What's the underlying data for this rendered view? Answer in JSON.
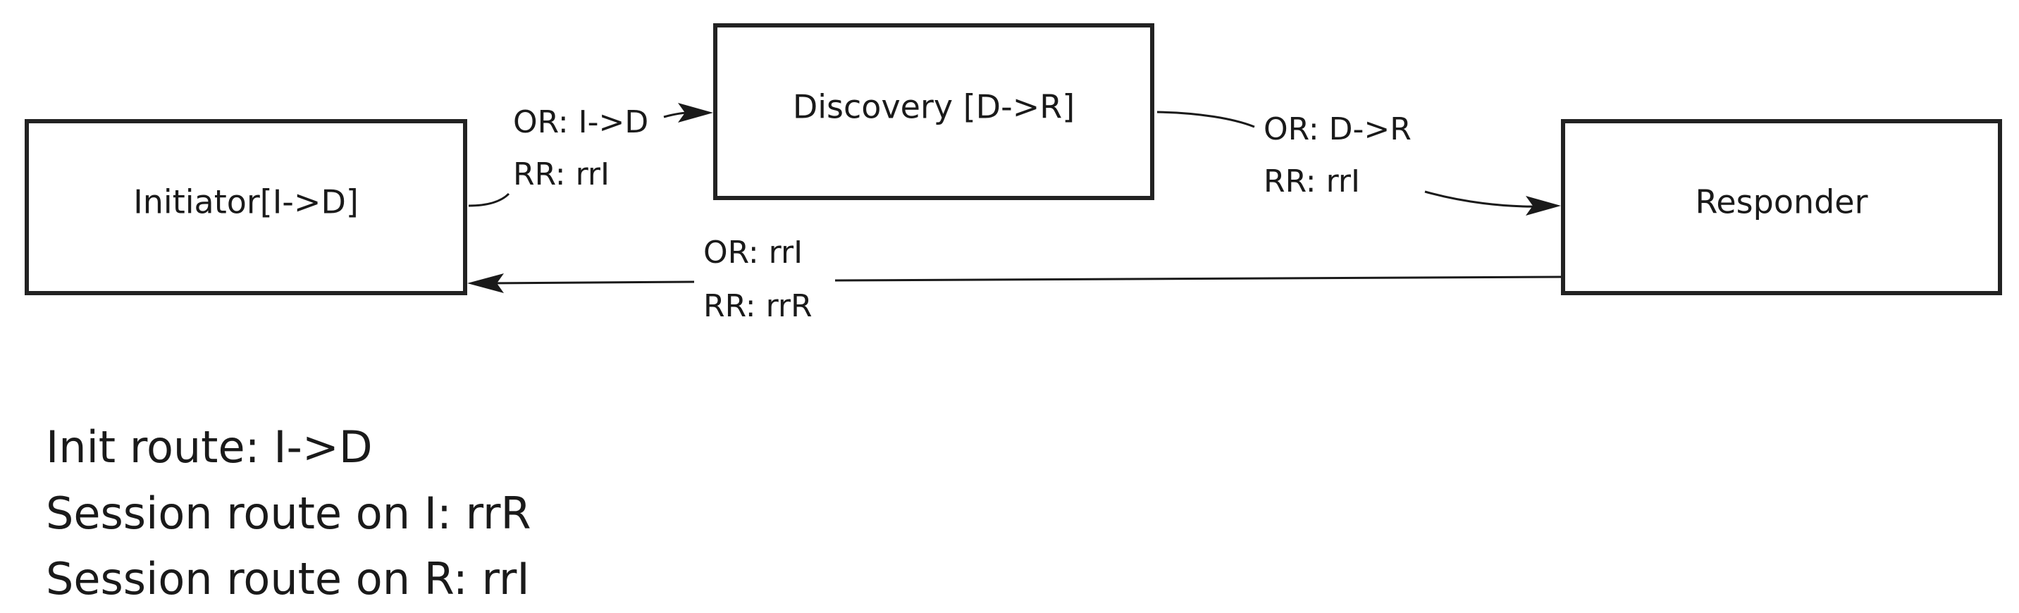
{
  "diagram": {
    "nodes": {
      "initiator": {
        "label": "Initiator[I->D]"
      },
      "discovery": {
        "label": "Discovery [D->R]"
      },
      "responder": {
        "label": "Responder"
      }
    },
    "edges": {
      "initiator_to_discovery": {
        "from": "initiator",
        "to": "discovery",
        "or_label": "OR: I->D",
        "rr_label": "RR: rrI"
      },
      "discovery_to_responder": {
        "from": "discovery",
        "to": "responder",
        "or_label": "OR: D->R",
        "rr_label": "RR: rrI"
      },
      "responder_to_initiator": {
        "from": "responder",
        "to": "initiator",
        "or_label": "OR: rrI",
        "rr_label": "RR: rrR"
      }
    },
    "notes": [
      "Init route: I->D",
      "Session route on I: rrR",
      "Session route on R: rrI"
    ]
  }
}
